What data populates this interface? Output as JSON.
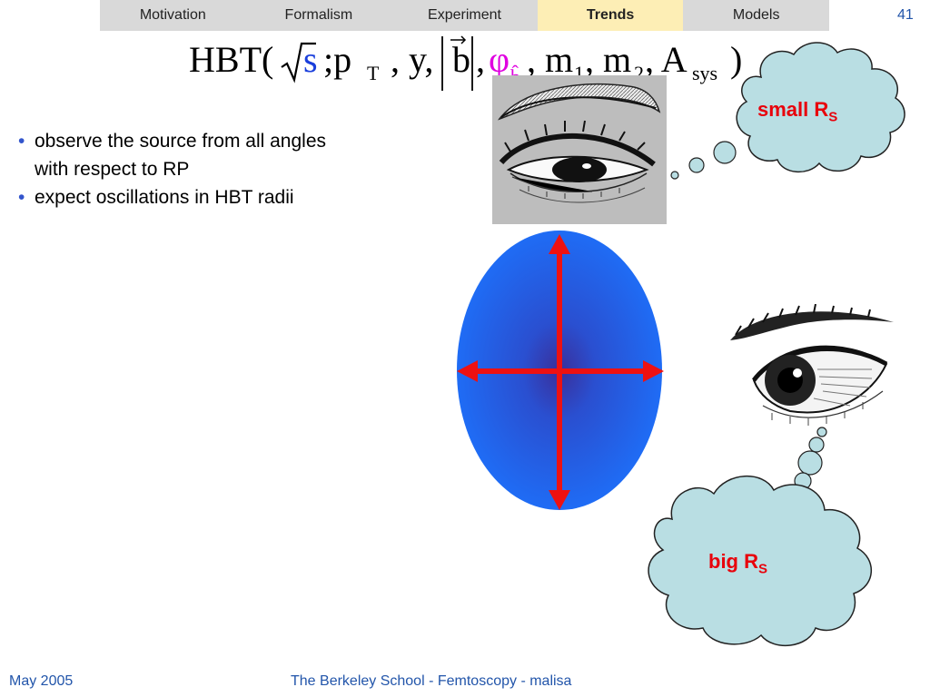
{
  "nav": {
    "tabs": [
      {
        "label": "Motivation"
      },
      {
        "label": "Formalism"
      },
      {
        "label": "Experiment"
      },
      {
        "label": "Trends",
        "active": true
      },
      {
        "label": "Models"
      }
    ],
    "slide_number": "41"
  },
  "formula": {
    "hbt": "HBT(",
    "sqrt_s": "s",
    "semicolon_p": ";p",
    "sub_T": "T",
    "comma_y": ", y,",
    "b": "b",
    "comma": ",",
    "phi": "φ",
    "phi_sub": "b̂",
    "comma_m": ", m",
    "sub_1": "1",
    "comma_m2": ", m",
    "sub_2": "2",
    "comma_A": ", A",
    "sub_sys": "sys",
    "close": ")"
  },
  "bullets": [
    {
      "line1": "observe the source from all angles",
      "line2": "with respect to RP"
    },
    {
      "line1": "expect oscillations in HBT radii"
    }
  ],
  "clouds": {
    "small": {
      "text": "small R",
      "sub": "S"
    },
    "big": {
      "text": "big R",
      "sub": "S"
    }
  },
  "colors": {
    "nav_bg": "#d9d9d9",
    "active_tab_bg": "#fdeeb5",
    "accent_blue": "#2255aa",
    "cloud_fill": "#b9dee3",
    "label_red": "#e8000b",
    "arrow_red": "#ee1111",
    "ellipse_blue": "#1f6cf5",
    "formula_blue": "#1a3fdc",
    "formula_magenta": "#e000e0"
  },
  "footer": {
    "date": "May 2005",
    "title": "The Berkeley School - Femtoscopy - malisa"
  }
}
